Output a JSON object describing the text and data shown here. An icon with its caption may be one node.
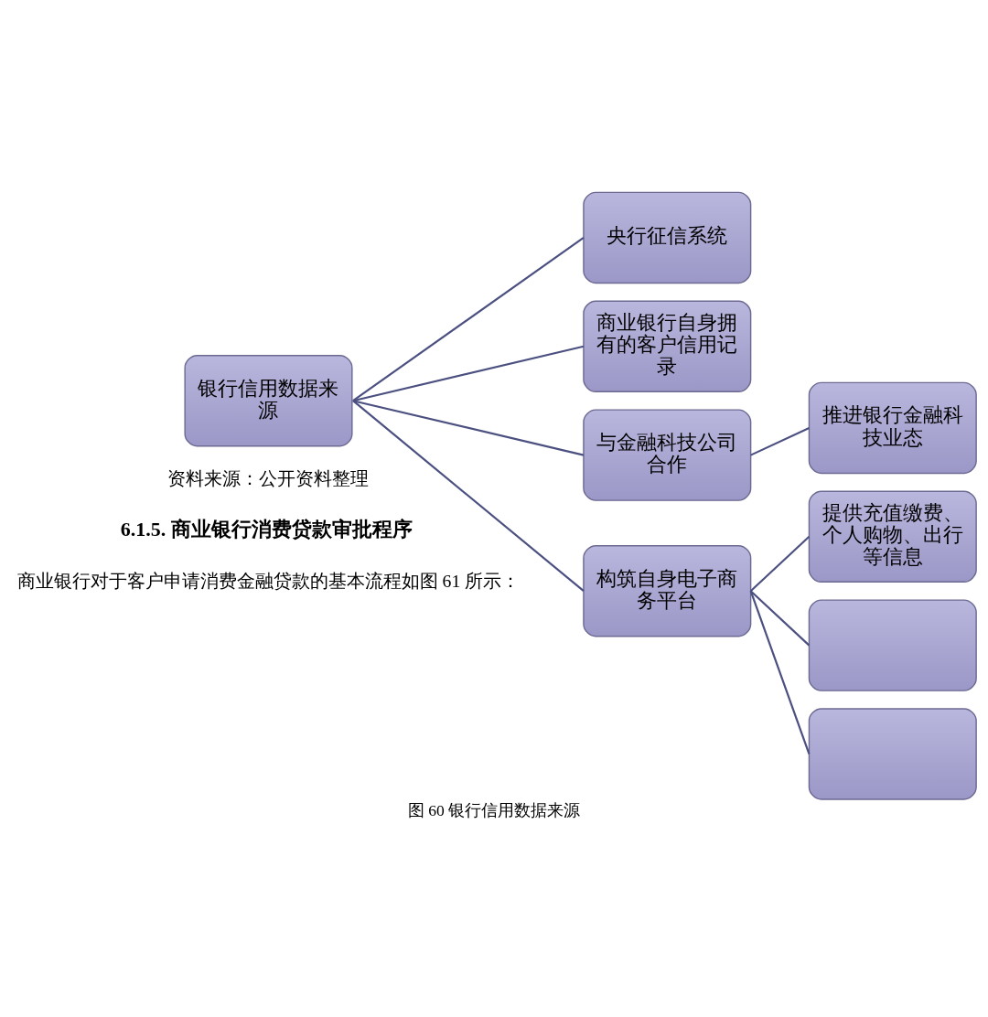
{
  "diagram": {
    "caption": "图 60 银行信用数据来源",
    "nodes": [
      {
        "text": [
          "银行信用数据来源"
        ]
      },
      {
        "text": [
          "央行征信系统"
        ]
      },
      {
        "text": [
          "商业银行自身拥有的客户信用记录"
        ]
      },
      {
        "text": [
          "与金融科技公司合作"
        ]
      },
      {
        "text": [
          "推进银行金融科技业态"
        ]
      },
      {
        "text": [
          "构筑自身电子商务平台"
        ]
      },
      {
        "text": [
          "提供充值缴费、个人购物、出行等信息"
        ]
      },
      {
        "text": [],
        "shape": "box"
      },
      {
        "text": [],
        "shape": "box"
      }
    ],
    "edges": [
      {
        "from": 0,
        "to": 1,
        "arrow": "none"
      },
      {
        "from": 0,
        "to": 2,
        "arrow": "none"
      },
      {
        "from": 0,
        "to": 3,
        "arrow": "none"
      },
      {
        "from": 0,
        "to": 5,
        "arrow": "none"
      },
      {
        "from": 3,
        "to": 4,
        "arrow": "none"
      },
      {
        "from": 5,
        "to": 6,
        "arrow": "none"
      },
      {
        "from": 5,
        "to": 7,
        "arrow": "none"
      },
      {
        "from": 5,
        "to": 8,
        "arrow": "none"
      }
    ],
    "labels": [
      "资料来源：公开资料整理",
      "6.1.5. 商业银行消费贷款审批程序",
      "商业银行对于客户申请消费金融贷款的基本流程如图 61 所示："
    ]
  }
}
